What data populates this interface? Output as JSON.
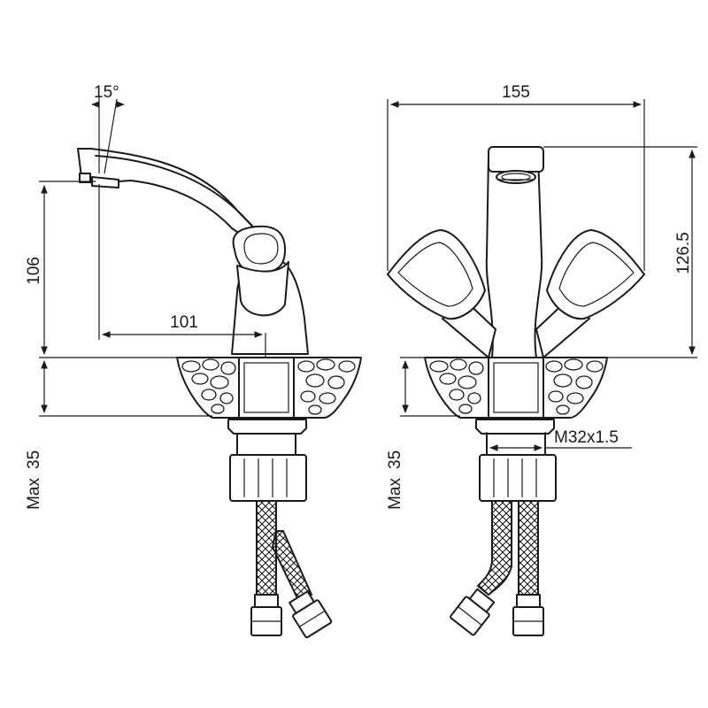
{
  "dimensions": {
    "angle": "15°",
    "spout_height": "106",
    "spout_reach": "101",
    "max_thickness_side": "35",
    "max_label_side": "Max",
    "overall_width": "155",
    "overall_height": "126.5",
    "max_thickness_front": "35",
    "max_label_front": "Max",
    "thread": "M32x1.5"
  }
}
